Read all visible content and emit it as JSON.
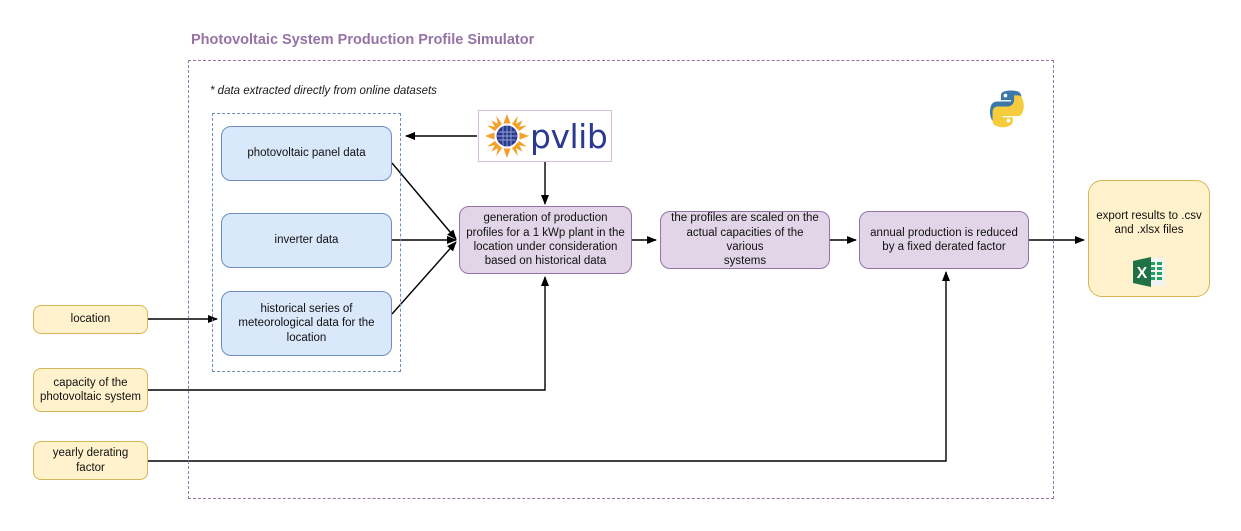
{
  "diagram": {
    "title": "Photovoltaic System Production Profile Simulator",
    "footnote": "* data extracted directly from online datasets",
    "colors": {
      "title": "#9673a6",
      "outer_boundary": "#9673a6",
      "inner_boundary": "#6c8ebf",
      "blue_fill": "#dae8fc",
      "blue_stroke": "#6c8ebf",
      "purple_fill": "#e1d5e7",
      "purple_stroke": "#9673a6",
      "yellow_fill": "#fff2cc",
      "yellow_stroke": "#d6b656",
      "arrow": "#000000",
      "pvlib_text": "#2b3a8f",
      "excel_green": "#207245"
    }
  },
  "data_sources": {
    "group_label": "online-datasets-group",
    "nodes": [
      {
        "id": "panel-data",
        "label": "photovoltaic panel data"
      },
      {
        "id": "inverter-data",
        "label": "inverter data"
      },
      {
        "id": "meteo-data",
        "label": "historical series of\nmeteorological data for the\nlocation"
      }
    ]
  },
  "inputs": {
    "nodes": [
      {
        "id": "location",
        "label": "location"
      },
      {
        "id": "capacity",
        "label": "capacity of the\nphotovoltaic system"
      },
      {
        "id": "derating",
        "label": "yearly derating factor"
      }
    ]
  },
  "process": {
    "nodes": [
      {
        "id": "generation",
        "label": "generation of production\nprofiles for a 1 kWp plant in the\nlocation under consideration\nbased on historical data"
      },
      {
        "id": "scaling",
        "label": "the profiles are scaled on the\nactual capacities of the various\nsystems"
      },
      {
        "id": "derating-applied",
        "label": "annual production is reduced\nby a fixed derated factor"
      }
    ]
  },
  "output": {
    "node": {
      "id": "export",
      "label": "export results to .csv\nand .xlsx files",
      "icon": "excel-icon"
    }
  },
  "libraries": {
    "pvlib": {
      "name": "pvlib",
      "icon": "pvlib-sun-icon"
    },
    "python": {
      "name": "python",
      "icon": "python-logo-icon"
    }
  }
}
